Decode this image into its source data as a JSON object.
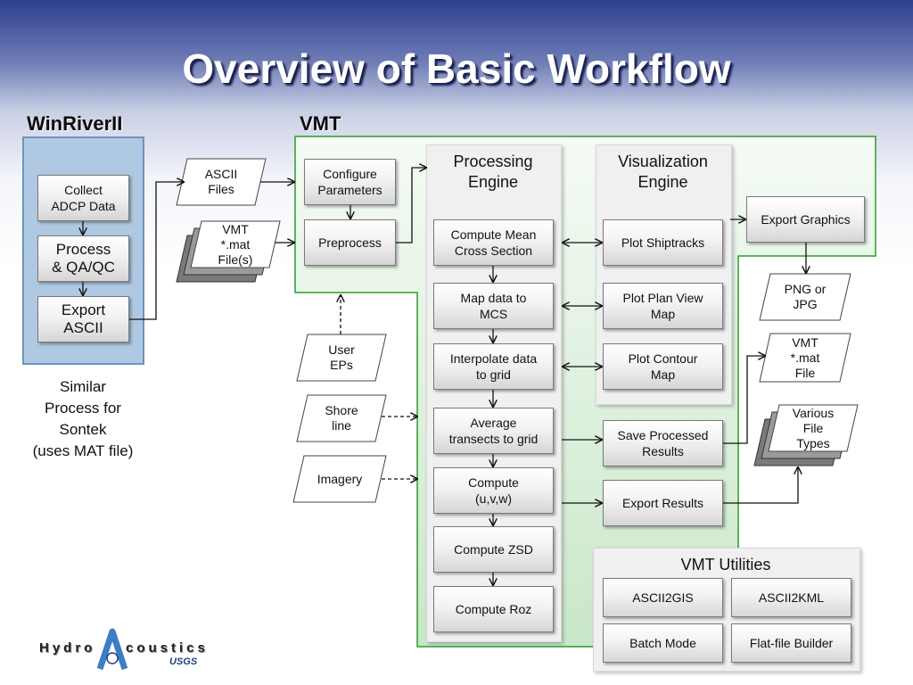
{
  "title": "Overview of Basic Workflow",
  "sections": {
    "winriver": "WinRiverII",
    "vmt": "VMT"
  },
  "winriver_steps": [
    "Collect\nADCP Data",
    "Process\n& QA/QC",
    "Export\nASCII"
  ],
  "similar_note": "Similar\nProcess for\nSontek\n(uses MAT file)",
  "inputs": {
    "ascii_files": "ASCII\nFiles",
    "vmt_mat_files": "VMT\n*.mat\nFile(s)",
    "user_eps": "User\nEPs",
    "shore_line": "Shore\nline",
    "imagery": "Imagery"
  },
  "vmt_steps": {
    "configure": "Configure\nParameters",
    "preprocess": "Preprocess"
  },
  "processing_engine": {
    "title": "Processing\nEngine",
    "steps": [
      "Compute Mean\nCross Section",
      "Map data to\nMCS",
      "Interpolate data\nto grid",
      "Average\ntransects to grid",
      "Compute\n(u,v,w)",
      "Compute ZSD",
      "Compute Roz"
    ]
  },
  "visualization_engine": {
    "title": "Visualization\nEngine",
    "steps": [
      "Plot Shiptracks",
      "Plot Plan View\nMap",
      "Plot Contour\nMap"
    ]
  },
  "outputs_actions": {
    "export_graphics": "Export Graphics",
    "save_processed": "Save Processed\nResults",
    "export_results": "Export Results"
  },
  "outputs_files": {
    "png_jpg": "PNG or\nJPG",
    "vmt_mat_file": "VMT\n*.mat\nFile",
    "various_files": "Various\nFile\nTypes"
  },
  "utilities": {
    "title": "VMT Utilities",
    "items": [
      "ASCII2GIS",
      "ASCII2KML",
      "Batch Mode",
      "Flat-file Builder"
    ]
  },
  "logo": {
    "hydro": "Hydro",
    "coustics": "coustics",
    "usgs": "USGS"
  },
  "colors": {
    "vmt_panel": "#d4ecd4",
    "vmt_border": "#2e9a2e",
    "winriver_panel": "#afc9e3"
  }
}
